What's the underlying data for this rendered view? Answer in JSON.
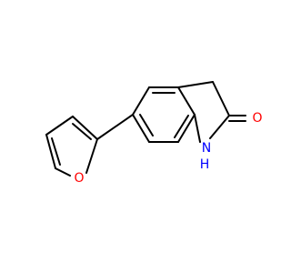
{
  "molecule": {
    "atoms": {
      "oxygen_carbonyl": "O",
      "nitrogen": "N",
      "hydrogen_on_n": "H",
      "oxygen_furan": "O"
    },
    "colors": {
      "bond": "#000000",
      "oxygen": "#ff0000",
      "nitrogen": "#0000ff",
      "background": "#ffffff"
    }
  }
}
